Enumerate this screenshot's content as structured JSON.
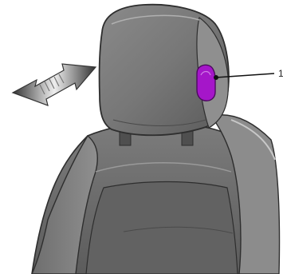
{
  "figure": {
    "kind": "headrest adjustment illustration",
    "callout": {
      "number": "1"
    },
    "colors": {
      "seat_dark": "#5f5f5f",
      "seat_mid": "#7d7d7d",
      "seat_light": "#a9a9a9",
      "outline": "#2e2e2e",
      "highlight_button": "#a516c9",
      "arrow": "#444444",
      "leader_line": "#111111"
    },
    "icons": [
      "double-arrow-icon",
      "headrest-button"
    ]
  }
}
